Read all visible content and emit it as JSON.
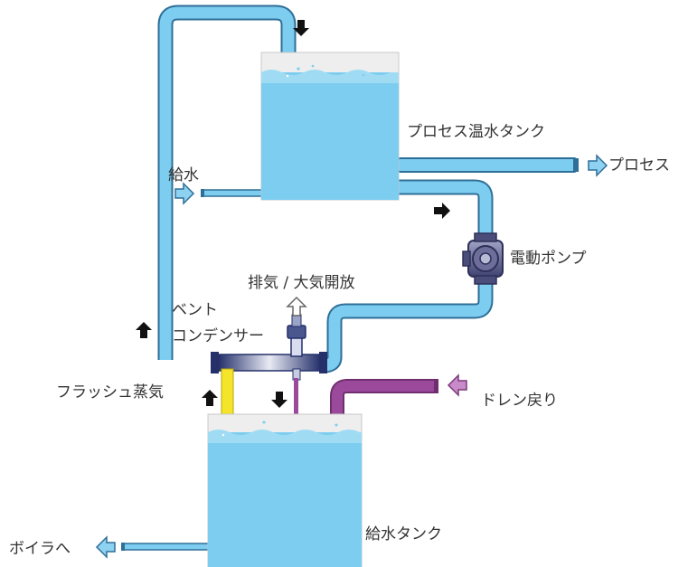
{
  "labels": {
    "process_tank": "プロセス温水タンク",
    "feed_water": "給水",
    "process_out": "プロセス",
    "electric_pump": "電動ポンプ",
    "exhaust": "排気 / 大気開放",
    "vent": "ベント",
    "condenser": "コンデンサー",
    "flash_steam": "フラッシュ蒸気",
    "drain_return": "ドレン戻り",
    "feed_tank": "給水タンク",
    "to_boiler": "ボイラへ"
  },
  "colors": {
    "water": "#7ccdf0",
    "water_dark": "#4f9fcc",
    "pipe_outline": "#2f6f97",
    "flash_steam_pipe": "#f4e42a",
    "drain_pipe": "#9b4a9b",
    "arrow_dark": "#111111",
    "arrow_light": "#8ed2f2",
    "pump": "#5d5f8a",
    "condenser": "#25306a"
  }
}
